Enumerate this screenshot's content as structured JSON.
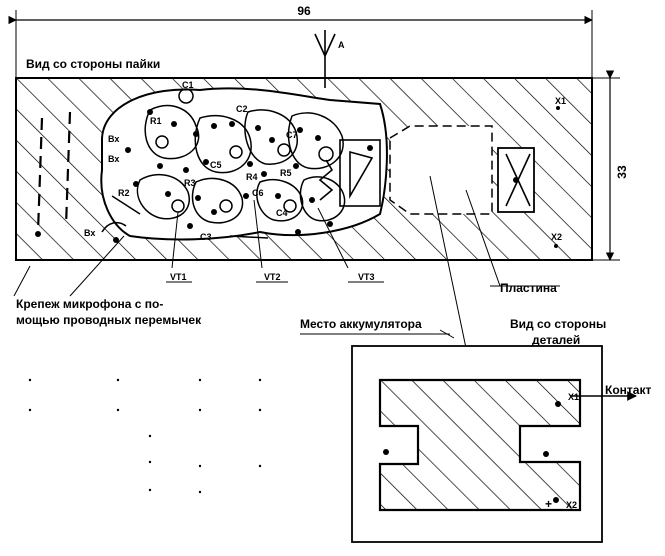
{
  "dimensions": {
    "width": "96",
    "height": "33"
  },
  "antenna_label": "A",
  "solder_side_title": "Вид со стороны пайки",
  "parts_side_title": [
    "Вид со стороны",
    "деталей"
  ],
  "plate_label": "Пластина",
  "battery_label": "Место аккумулятора",
  "mic_mount_label": [
    "Крепеж микрофона с по-",
    "мощью проводных перемычек"
  ],
  "transistors": [
    "VT1",
    "VT2",
    "VT3"
  ],
  "contacts": {
    "x1": "X1",
    "x2": "X2",
    "contact": "Контакт",
    "plus": "+"
  },
  "component_labels": [
    "C1",
    "C2",
    "C3",
    "C4",
    "C5",
    "C6",
    "C7",
    "R1",
    "R2",
    "R3",
    "R4",
    "R5",
    "Вх",
    "Вх",
    "Вх"
  ]
}
